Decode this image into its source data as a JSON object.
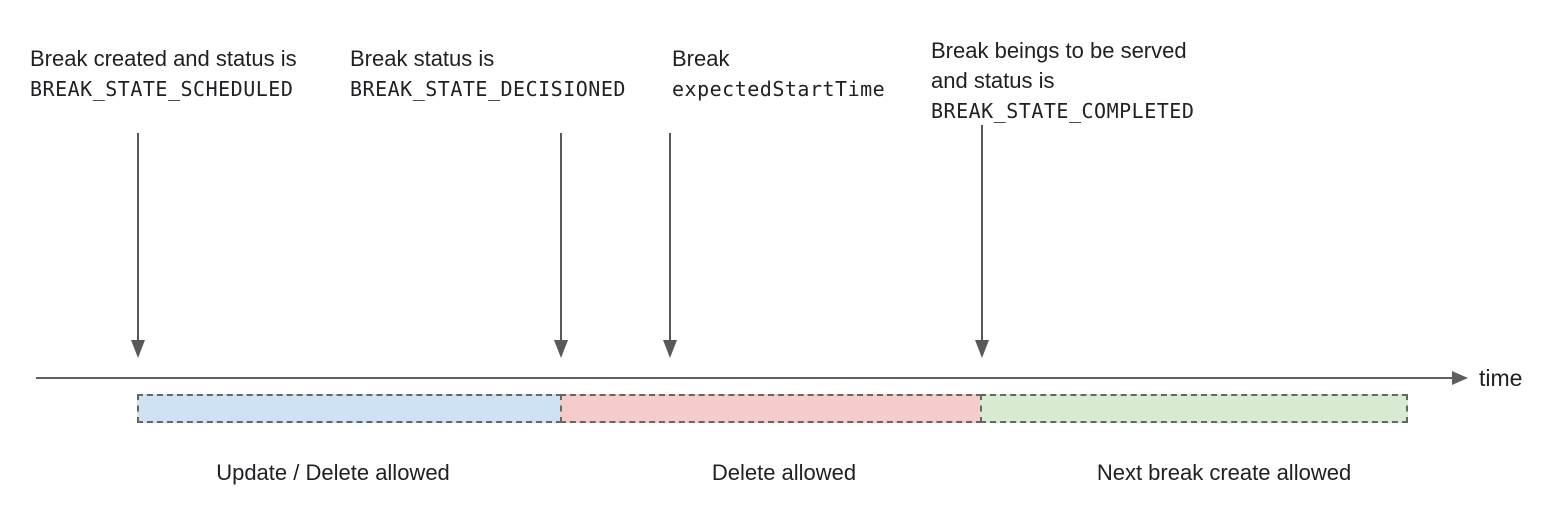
{
  "diagram": {
    "type": "timeline",
    "axis": {
      "label": "time"
    },
    "annotations": [
      {
        "line1": "Break created and status is",
        "code": "BREAK_STATE_SCHEDULED"
      },
      {
        "line1": "Break status is",
        "code": "BREAK_STATE_DECISIONED"
      },
      {
        "line1": "Break",
        "code": "expectedStartTime"
      },
      {
        "line1": "Break beings to be served",
        "line2": "and status is",
        "code": "BREAK_STATE_COMPLETED"
      }
    ],
    "segments": [
      {
        "label": "Update / Delete allowed",
        "fill_color": "#cfe2f3"
      },
      {
        "label": "Delete allowed",
        "fill_color": "#f4cccc"
      },
      {
        "label": "Next break create allowed",
        "fill_color": "#d9ead3"
      }
    ],
    "colors": {
      "arrow": "#595959",
      "axis": "#5f5f5f",
      "segment_border": "#666666",
      "text": "#202124"
    }
  }
}
